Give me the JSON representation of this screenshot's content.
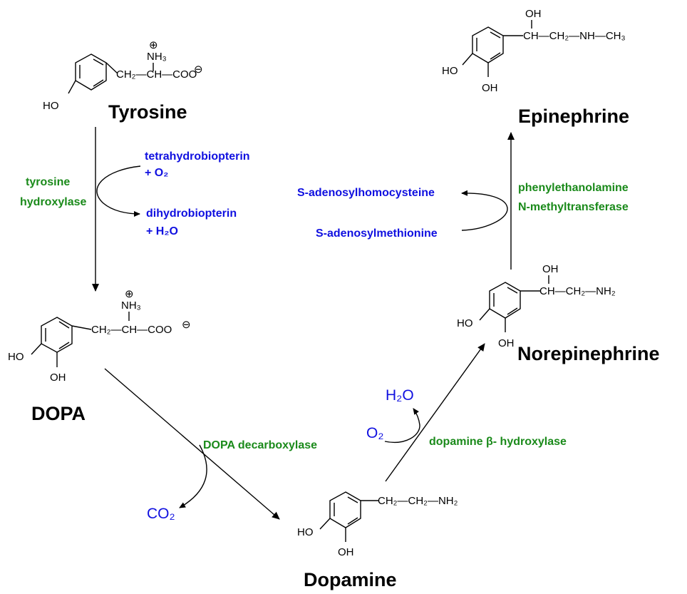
{
  "compounds": {
    "tyrosine": {
      "name": "Tyrosine",
      "ho": "HO",
      "chain": "CH₂—CH—COO",
      "charge": "⊖",
      "amine": "NH₃",
      "amine_charge": "⊕"
    },
    "dopa": {
      "name": "DOPA",
      "ho1": "HO",
      "ho2": "OH",
      "chain": "CH₂—CH—COO",
      "charge": "⊖",
      "amine": "NH₃",
      "amine_charge": "⊕"
    },
    "dopamine": {
      "name": "Dopamine",
      "ho1": "HO",
      "ho2": "OH",
      "chain": "CH₂—CH₂—NH₂"
    },
    "norepinephrine": {
      "name": "Norepinephrine",
      "ho1": "HO",
      "ho2": "OH",
      "oh_top": "OH",
      "chain": "CH—CH₂—NH₂"
    },
    "epinephrine": {
      "name": "Epinephrine",
      "ho1": "HO",
      "ho2": "OH",
      "oh_top": "OH",
      "chain": "CH—CH₂—NH—CH₃"
    }
  },
  "enzymes": {
    "tyrosine_hydroxylase": [
      "tyrosine",
      "hydroxylase"
    ],
    "dopa_decarboxylase": "DOPA decarboxylase",
    "dopamine_hydroxylase": "dopamine β- hydroxylase",
    "pnmt": [
      "phenylethanolamine",
      "N-methyltransferase"
    ]
  },
  "cofactors": {
    "thb_in": [
      "tetrahydrobiopterin",
      "+ O₂"
    ],
    "dhb_out": [
      "dihydrobiopterin",
      "+ H₂O"
    ],
    "sam_in": "S-adenosylmethionine",
    "sah_out": "S-adenosylhomocysteine",
    "co2": "CO₂",
    "o2": "O₂",
    "h2o": "H₂O"
  },
  "colors": {
    "enzyme": "#1a8a1a",
    "cofactor": "#1010e0",
    "structure": "#000000"
  },
  "icons": {
    "arrowhead": "arrowhead-icon"
  }
}
